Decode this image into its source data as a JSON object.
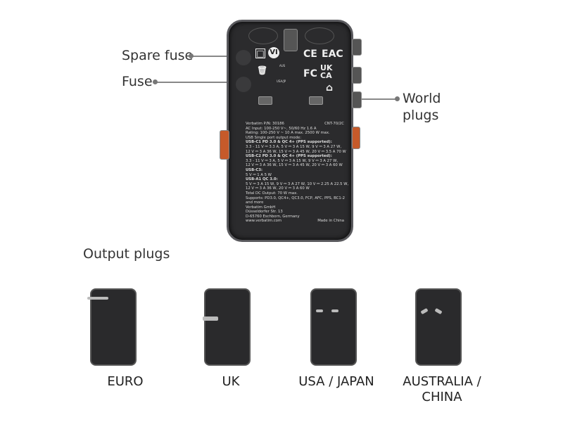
{
  "callouts": {
    "spare_fuse": "Spare fuse",
    "fuse": "Fuse",
    "world_plugs": "World plugs"
  },
  "device_marks": {
    "ce": "CE",
    "eac": "EAC",
    "fc": "FC",
    "ukca": "UK CA",
    "aus": "AUS",
    "usa_jp": "USA/JP",
    "vi": "VI"
  },
  "label": {
    "lines": [
      {
        "text": "Verbatim P/N: 30186",
        "right": "CNT-70/2C",
        "bold": false
      },
      {
        "text": "AC Input: 100-250 V~, 50/60 Hz 1.6 A",
        "bold": false
      },
      {
        "text": "Rating: 100-250 V ~ 10 A max. 2500 W max.",
        "bold": false
      },
      {
        "text": "USB Single port output mode:",
        "bold": false
      },
      {
        "text": "USB-C1 PD 3.0 & QC 4+ (PPS supported):",
        "bold": true
      },
      {
        "text": "3.3 - 11 V ⎓ 3.3 A, 5 V ⎓ 3 A 15 W, 9 V ⎓ 3 A 27 W,",
        "bold": false
      },
      {
        "text": "12 V ⎓ 3 A 36 W, 15 V ⎓ 3 A 45 W, 20 V ⎓ 3.5 A 70 W",
        "bold": false
      },
      {
        "text": "USB-C2 PD 3.0 & QC 4+ (PPS supported):",
        "bold": true
      },
      {
        "text": "3.3 - 11 V ⎓ 3 A, 5 V ⎓ 3 A 15 W, 9 V ⎓ 3 A 27 W,",
        "bold": false
      },
      {
        "text": "12 V ⎓ 3 A 36 W, 15 V ⎓ 3 A 45 W, 20 V ⎓ 3 A 60 W",
        "bold": false
      },
      {
        "text": "USB-C3:",
        "bold": true
      },
      {
        "text": "5 V ⎓ 1 A 5 W",
        "bold": false
      },
      {
        "text": "USB-A1 QC 3.0:",
        "bold": true
      },
      {
        "text": "5 V ⎓ 3 A 15 W, 9 V ⎓ 3 A 27 W, 10 V ⎓ 2.25 A 22.5 W,",
        "bold": false
      },
      {
        "text": "12 V ⎓ 3 A 36 W, 20 V ⎓ 3 A 60 W",
        "bold": false
      },
      {
        "text": "Total DC Output: 70 W max.",
        "bold": false
      },
      {
        "text": "Supports: PD3.0, QC4+, QC3.0, FCP, AFC, PPS, BC1-2",
        "bold": false
      },
      {
        "text": "and more",
        "bold": false
      },
      {
        "text": " ",
        "bold": false
      },
      {
        "text": "Verbatim GmbH",
        "bold": false
      },
      {
        "text": "Düsseldorfer Str. 13",
        "bold": false
      },
      {
        "text": "D-65760 Eschborn, Germany",
        "bold": false
      },
      {
        "text": "www.verbatim.com",
        "right": "Made in China",
        "bold": false
      }
    ]
  },
  "section_title": "Output plugs",
  "plugs": [
    {
      "name": "EURO"
    },
    {
      "name": "UK"
    },
    {
      "name": "USA / JAPAN"
    },
    {
      "name": "AUSTRALIA / CHINA"
    }
  ]
}
